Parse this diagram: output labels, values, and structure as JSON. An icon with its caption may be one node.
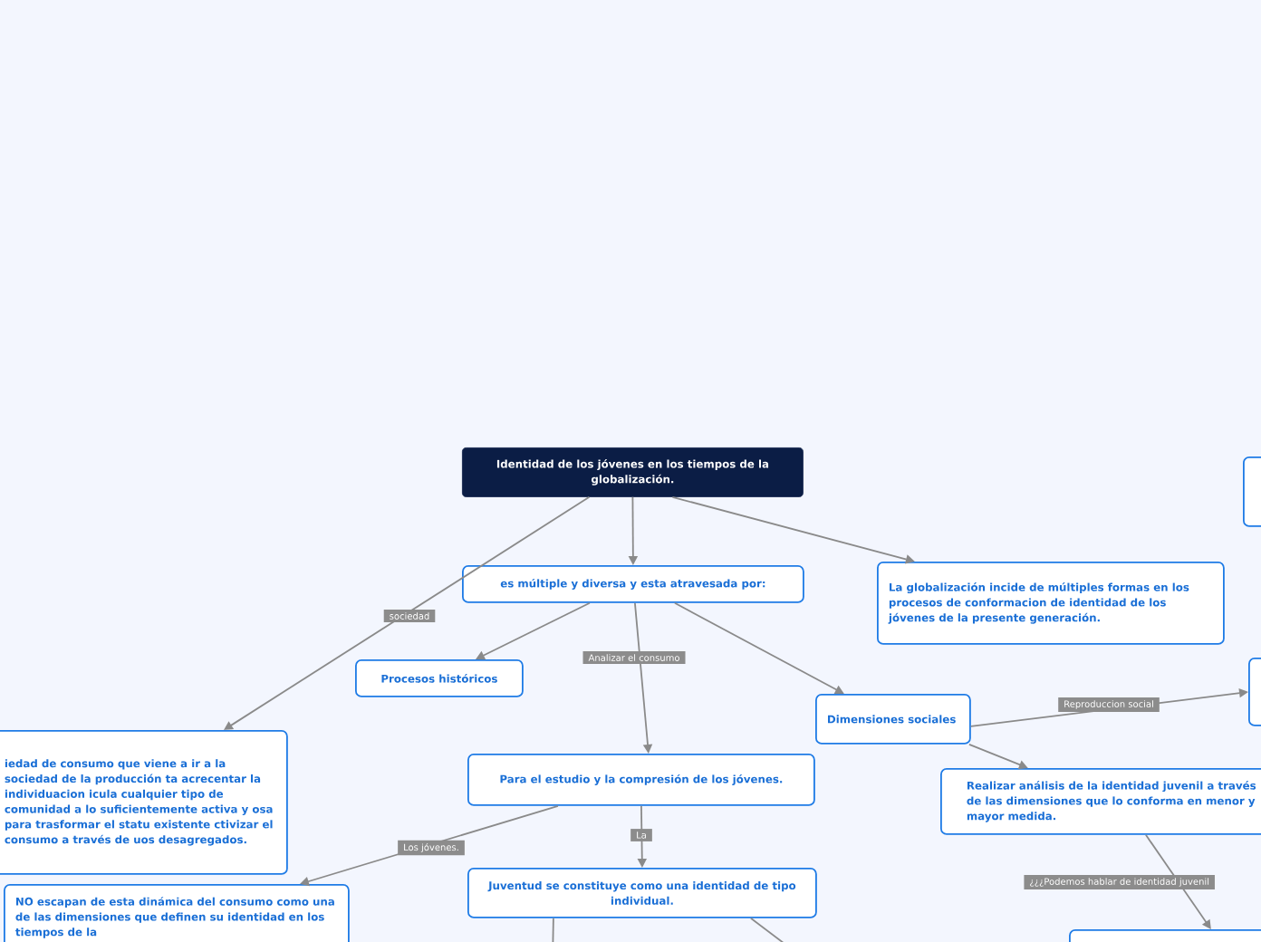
{
  "diagram": {
    "nodes": [
      {
        "text": [
          "Identidad de los jóvenes en los tiempos de la globalización."
        ]
      },
      {
        "text": [
          "es múltiple y diversa y esta atravesada por:"
        ]
      },
      {
        "text": [
          "La globalización incide de múltiples formas en los procesos de conformacion de identidad de los jóvenes de la presente generación."
        ]
      },
      {
        "text": [
          "Procesos históricos"
        ]
      },
      {
        "text": [
          "Dimensiones sociales"
        ]
      },
      {
        "text": [
          "iedad de consumo que viene a ir a la sociedad de la producción ta acrecentar la individuacion icula cualquier tipo de comunidad a lo suficientemente activa y osa para trasformar el statu existente ctivizar el consumo a través de uos desagregados."
        ]
      },
      {
        "text": [
          "Para el estudio y la compresión de los jóvenes."
        ]
      },
      {
        "text": [
          "Juventud se constituye como una identidad de tipo individual."
        ]
      },
      {
        "text": [
          "NO escapan de esta dinámica del consumo como una de las dimensiones que definen su identidad en los tiempos de la"
        ]
      },
      {
        "text": [
          "Realizar análisis de la identidad juvenil a través de las dimensiones que lo conforma en menor y mayor medida."
        ]
      },
      {
        "text": [],
        "shape": "box"
      },
      {
        "text": [],
        "shape": "box"
      },
      {
        "text": [],
        "shape": "box"
      }
    ],
    "edges": [
      {
        "from": 0,
        "to": 1,
        "arrow": "to"
      },
      {
        "from": 0,
        "to": 5,
        "arrow": "to",
        "label": "sociedad"
      },
      {
        "from": 0,
        "to": 2,
        "arrow": "to"
      },
      {
        "from": 1,
        "to": 3,
        "arrow": "to"
      },
      {
        "from": 1,
        "to": 6,
        "arrow": "to",
        "label": "Analizar el consumo"
      },
      {
        "from": 1,
        "to": 4,
        "arrow": "to"
      },
      {
        "from": 4,
        "to": 11,
        "arrow": "to",
        "label": "Reproduccion social"
      },
      {
        "from": 4,
        "to": 9,
        "arrow": "to"
      },
      {
        "from": 9,
        "to": 12,
        "arrow": "to",
        "label": "¿¿¿Podemos hablar de identidad juvenil"
      },
      {
        "from": 6,
        "to": 8,
        "arrow": "to",
        "label": "Los jóvenes."
      },
      {
        "from": 6,
        "to": 7,
        "arrow": "to",
        "label": "La"
      },
      {
        "from": 7,
        "to": null,
        "arrow": "none"
      },
      {
        "from": 7,
        "to": null,
        "arrow": "none"
      }
    ]
  }
}
